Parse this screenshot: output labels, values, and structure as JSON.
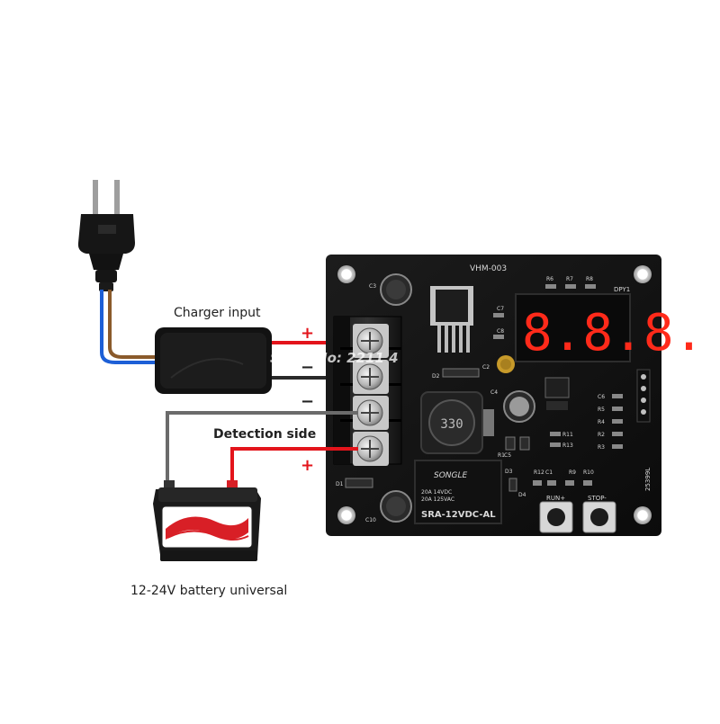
{
  "labels": {
    "charger_input": "Charger input",
    "detection_side": "Detection side",
    "battery_caption": "12-24V battery universal",
    "watermark": "Store No: 2211 4"
  },
  "signs": {
    "charger_plus": "+",
    "charger_minus": "−",
    "detect_minus": "−",
    "detect_plus": "+"
  },
  "board": {
    "model": "VHM-003",
    "display": "8.8.8.",
    "display_label": "DPY1",
    "run_button": "RUN+",
    "stop_button": "STOP-",
    "relay_brand": "SONGLE",
    "relay_model": "SRA-12VDC-AL",
    "relay_rating_1": "20A 14VDC",
    "relay_rating_2": "20A 125VAC",
    "inductor_code": "330",
    "pcb_code": "25399L",
    "component_labels": [
      "C3",
      "C7",
      "C8",
      "C2",
      "C4",
      "D2",
      "R6",
      "R7",
      "R8",
      "C6",
      "R5",
      "R4",
      "R2",
      "R3",
      "R11",
      "R13",
      "R1",
      "D3",
      "D4",
      "R9",
      "R10",
      "R12",
      "C1",
      "C5",
      "C10",
      "D1"
    ]
  },
  "colors": {
    "wire_red": "#e3141b",
    "wire_black": "#1a1a1a",
    "wire_blue": "#1d5fd6",
    "wire_brown": "#8a5a2b",
    "pcb": "#141414",
    "display_red": "#ff2a1a",
    "battery_red": "#d81f26"
  }
}
